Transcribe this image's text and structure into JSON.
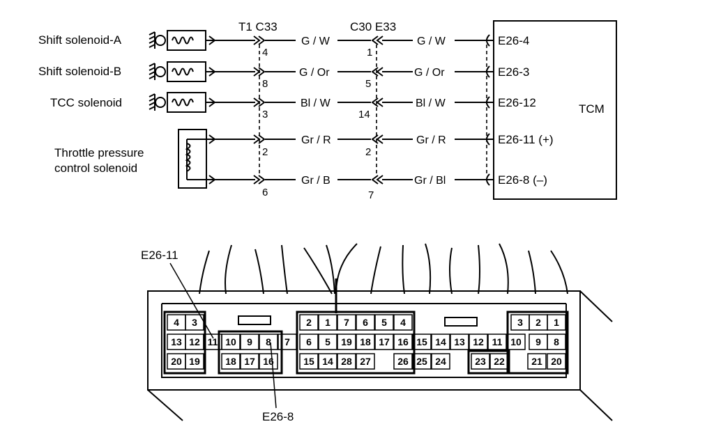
{
  "wiring": {
    "solenoids": [
      {
        "label": "Shift solenoid-A"
      },
      {
        "label": "Shift solenoid-B"
      },
      {
        "label": "TCC solenoid"
      }
    ],
    "throttle_label_1": "Throttle pressure",
    "throttle_label_2": "control solenoid",
    "connector_1_label": "T1 C33",
    "connector_2_label": "C30 E33",
    "tcm_label": "TCM",
    "circuits": [
      {
        "pin_1": "4",
        "wire_1": "G / W",
        "pin_2": "1",
        "wire_2": "G / W",
        "terminal": "E26-4"
      },
      {
        "pin_1": "8",
        "wire_1": "G / Or",
        "pin_2": "5",
        "wire_2": "G / Or",
        "terminal": "E26-3"
      },
      {
        "pin_1": "3",
        "wire_1": "Bl / W",
        "pin_2": "14",
        "wire_2": "Bl / W",
        "terminal": "E26-12"
      },
      {
        "pin_1": "2",
        "wire_1": "Gr / R",
        "pin_2": "2",
        "wire_2": "Gr / R",
        "terminal": "E26-11 (+)"
      },
      {
        "pin_1": "6",
        "wire_1": "Gr / B",
        "pin_2": "7",
        "wire_2": "Gr / Bl",
        "terminal": "E26-8 (–)"
      }
    ]
  },
  "connector": {
    "callout_top": "E26-11",
    "callout_bottom": "E26-8",
    "row_top": [
      "4",
      "3",
      "2",
      "1",
      "7",
      "6",
      "5",
      "4",
      "3",
      "2",
      "1"
    ],
    "row_mid": [
      "13",
      "12",
      "11",
      "10",
      "9",
      "8",
      "7",
      "6",
      "5",
      "19",
      "18",
      "17",
      "16",
      "15",
      "14",
      "13",
      "12",
      "11",
      "10",
      "9",
      "8"
    ],
    "row_bot": [
      "20",
      "19",
      "18",
      "17",
      "16",
      "15",
      "14",
      "28",
      "27",
      "26",
      "25",
      "24",
      "23",
      "22",
      "21",
      "20"
    ]
  }
}
